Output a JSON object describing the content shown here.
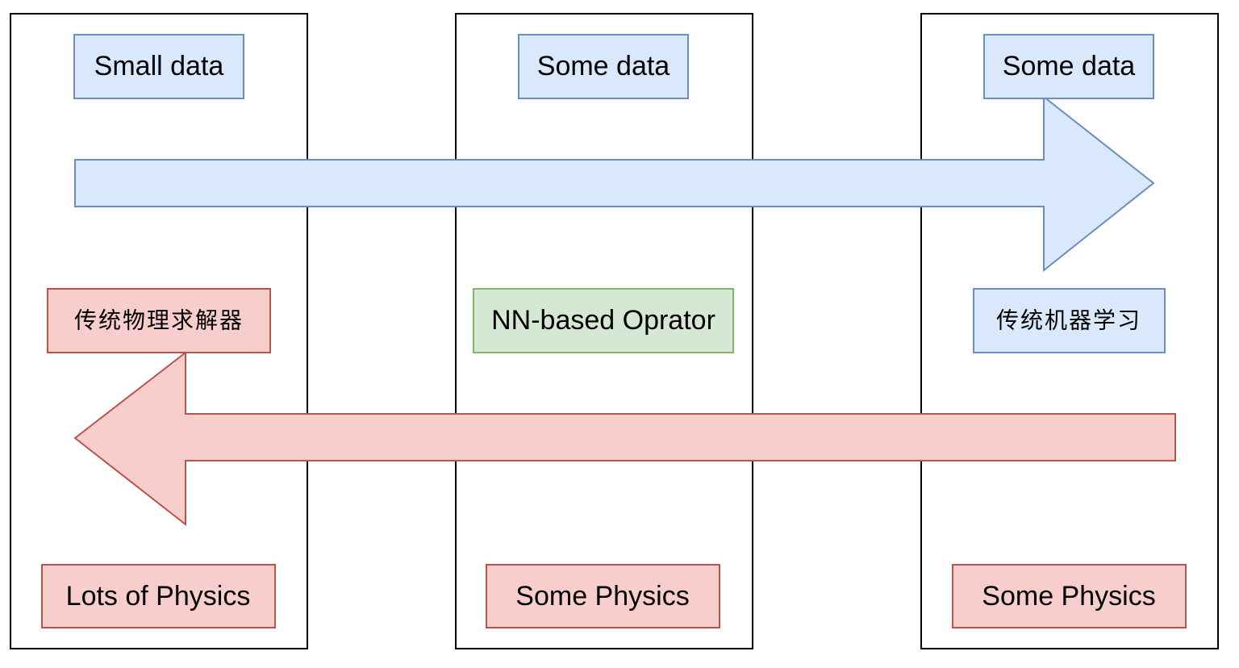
{
  "columns": {
    "left": {
      "top_label": "Small data",
      "mid_label": "传统物理求解器",
      "bottom_label": "Lots of Physics"
    },
    "middle": {
      "top_label": "Some data",
      "mid_label": "NN-based Oprator",
      "bottom_label": "Some Physics"
    },
    "right": {
      "top_label": "Some data",
      "mid_label": "传统机器学习",
      "bottom_label": "Some Physics"
    }
  },
  "colors": {
    "blue_fill": "#dae8fc",
    "blue_stroke": "#6c8ebf",
    "red_fill": "#f8cecc",
    "red_stroke": "#b85450",
    "green_fill": "#d5e8d4",
    "green_stroke": "#82b366",
    "frame_stroke": "#000000"
  }
}
